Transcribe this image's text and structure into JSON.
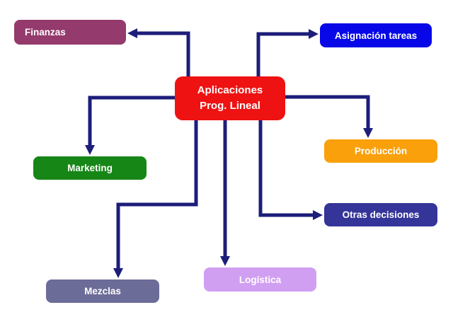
{
  "diagram": {
    "background": "#ffffff",
    "arrow_color": "#1d1d7a",
    "text_color": "#ffffff",
    "center": {
      "label_line1": "Aplicaciones",
      "label_line2": "Prog. Lineal",
      "color": "#ee1212"
    },
    "nodes": [
      {
        "id": "finanzas",
        "label": "Finanzas",
        "color": "#943a6c"
      },
      {
        "id": "asignacion-tareas",
        "label": "Asignación tareas",
        "color": "#0707e8"
      },
      {
        "id": "marketing",
        "label": "Marketing",
        "color": "#168616"
      },
      {
        "id": "produccion",
        "label": "Producción",
        "color": "#f9a00b"
      },
      {
        "id": "otras-decisiones",
        "label": "Otras decisiones",
        "color": "#343499"
      },
      {
        "id": "mezclas",
        "label": "Mezclas",
        "color": "#6c6c99"
      },
      {
        "id": "logistica",
        "label": "Logística",
        "color": "#d19ff2"
      }
    ]
  }
}
